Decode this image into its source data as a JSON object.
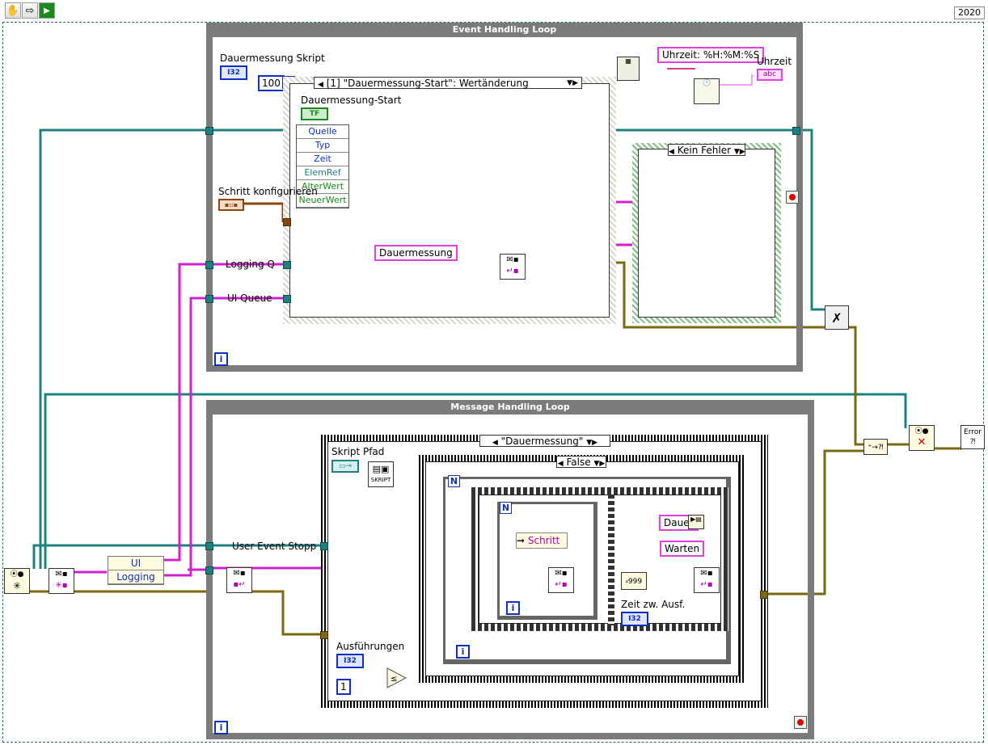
{
  "toolbar": {
    "run_icon": "hand-icon",
    "arrow_icon": "arrow-right-icon",
    "version": "2020"
  },
  "event_loop": {
    "title": "Event Handling Loop",
    "skript_label": "Dauermessung Skript",
    "skript_type": "I32",
    "timeout": "100",
    "event_selector": "[1] \"Dauermessung-Start\": Wertänderung",
    "event_control_label": "Dauermessung-Start",
    "event_control_type": "TF",
    "event_data": [
      "Quelle",
      "Typ",
      "Zeit",
      "ElemRef",
      "AlterWert",
      "NeuerWert"
    ],
    "schritt_label": "Schritt konfigurieren",
    "logging_label": "Logging Q",
    "ui_label": "UI Queue",
    "message_const": "Dauermessung",
    "uhrzeit_format": "Uhrzeit: %H:%M:%S",
    "uhrzeit_label": "Uhrzeit",
    "uhrzeit_type": "abc",
    "error_case": "Kein Fehler",
    "info": "i"
  },
  "msg_loop": {
    "title": "Message Handling Loop",
    "case_selector": "\"Dauermessung\"",
    "skript_pfad_label": "Skript Pfad",
    "skript_vi": "SKRIPT",
    "false_case": "False",
    "for_n": "N",
    "schritt_const": "Schritt",
    "dauer_const": "Dauer",
    "warten_const": "Warten",
    "zeit_label": "Zeit zw. Ausf.",
    "zeit_type": "I32",
    "ausf_label": "Ausführungen",
    "ausf_type": "I32",
    "one_const": "1",
    "user_event_label": "User Event Stopp",
    "info": "i"
  },
  "left": {
    "bundle_items": [
      "UI",
      "Logging"
    ]
  },
  "right": {
    "error_vi": "Error"
  }
}
